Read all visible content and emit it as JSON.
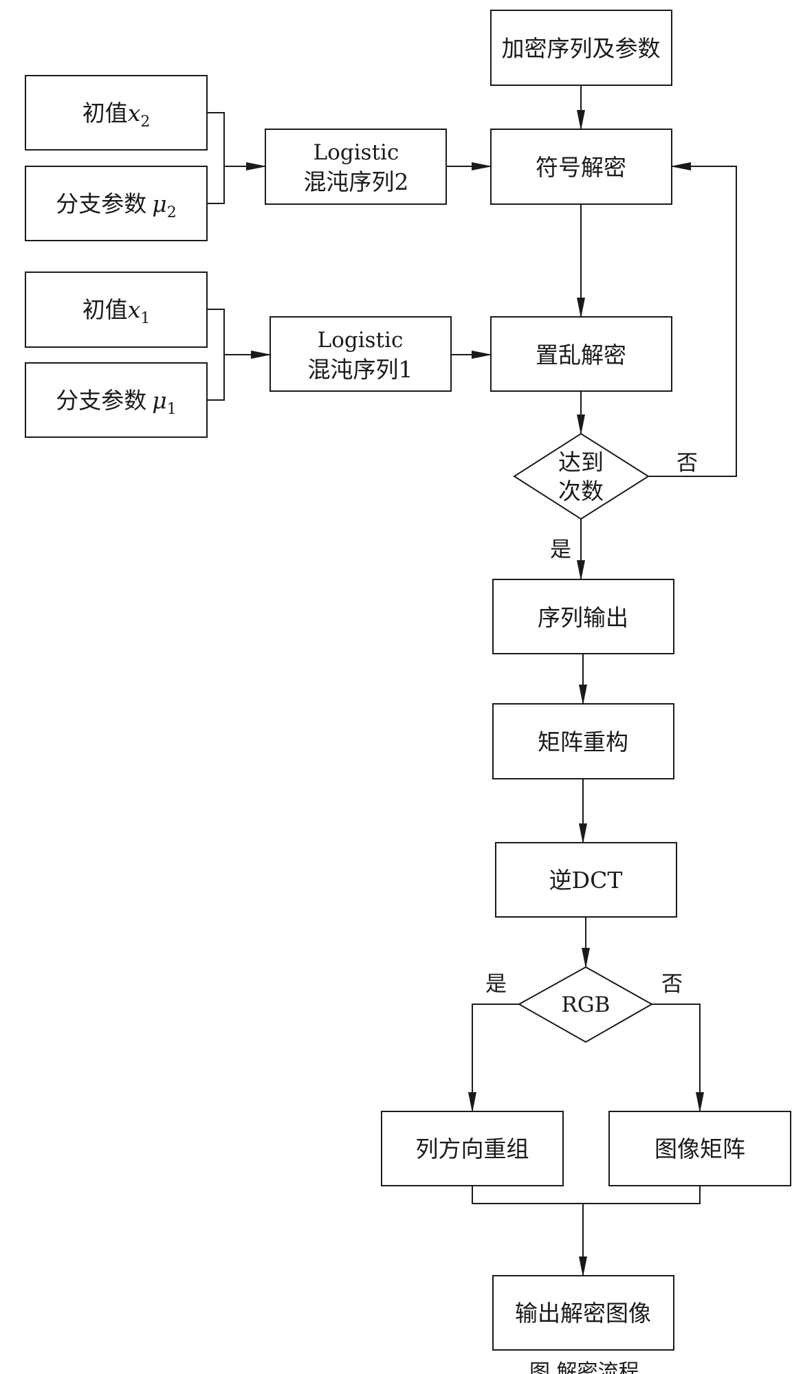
{
  "nodes": {
    "encrypted_input": "加密序列及参数",
    "init_x2_label": "初值",
    "init_x2_var": "x",
    "init_x2_sub": "2",
    "mu2_label": "分支参数",
    "mu2_var": "μ",
    "mu2_sub": "2",
    "logistic2_line1": "Logistic",
    "logistic2_line2": "混沌序列2",
    "sign_decrypt": "符号解密",
    "init_x1_label": "初值",
    "init_x1_var": "x",
    "init_x1_sub": "1",
    "mu1_label": "分支参数",
    "mu1_var": "μ",
    "mu1_sub": "1",
    "logistic1_line1": "Logistic",
    "logistic1_line2": "混沌序列1",
    "scramble_decrypt": "置乱解密",
    "reach_count_line1": "达到",
    "reach_count_line2": "次数",
    "sequence_output": "序列输出",
    "matrix_reconstruct": "矩阵重构",
    "inverse_dct": "逆DCT",
    "rgb_decision": "RGB",
    "column_regroup": "列方向重组",
    "image_matrix": "图像矩阵",
    "output_image": "输出解密图像"
  },
  "edge_labels": {
    "loop_no": "否",
    "loop_yes": "是",
    "rgb_yes": "是",
    "rgb_no": "否"
  },
  "caption": "图 解密流程"
}
